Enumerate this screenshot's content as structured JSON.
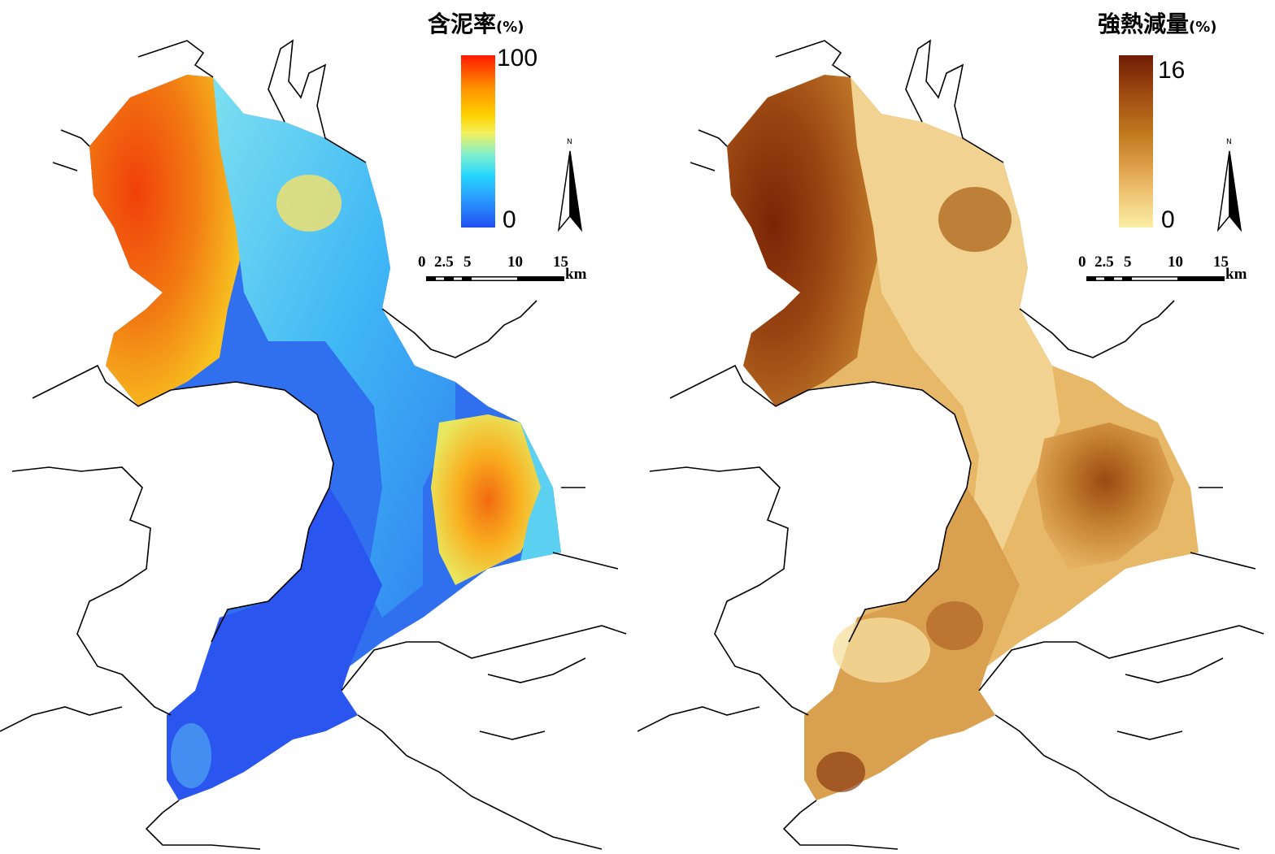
{
  "panels": [
    {
      "id": "mud",
      "title": "含泥率",
      "unit": "(%)",
      "legend_max": "100",
      "legend_min": "0",
      "gradient": [
        "#ff1a00",
        "#ff8c00",
        "#ffd200",
        "#f4f05a",
        "#7ef0d0",
        "#24d6ff",
        "#2aa0ff",
        "#2050f0"
      ],
      "sea_colors": {
        "north": "#f06a10",
        "middle": "#3a8cf0",
        "south": "#2a5cf0",
        "east": "#f7a020",
        "channel": "#56c8f0"
      }
    },
    {
      "id": "loi",
      "title": "強熱減量",
      "unit": "(%)",
      "legend_max": "16",
      "legend_min": "0",
      "gradient": [
        "#6e1c04",
        "#9a4610",
        "#c0781e",
        "#dea04a",
        "#f0c878",
        "#fbeea6"
      ],
      "sea_colors": {
        "north": "#8a3410",
        "middle": "#e0b060",
        "south": "#d8a050",
        "east": "#b47028",
        "channel": "#f0d090"
      }
    }
  ],
  "scale_bar": {
    "ticks": [
      "0",
      "2.5",
      "5",
      "10",
      "15"
    ],
    "unit": "km"
  },
  "north_label": "N"
}
